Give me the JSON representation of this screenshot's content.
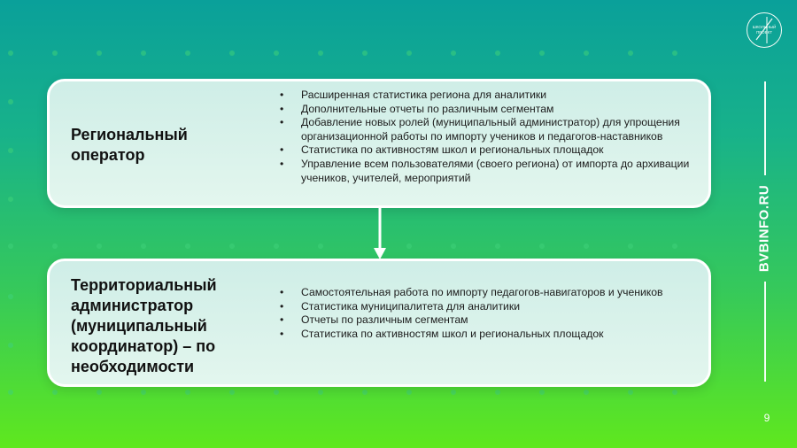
{
  "logo": {
    "icon": "circle-logo-icon",
    "lines": [
      "ШКОЛЬНЫЙ",
      "ПРОЕКТ"
    ]
  },
  "side_text": "BVBINFO.RU",
  "page_number": "9",
  "cards": [
    {
      "title": "Региональный оператор",
      "bullets": [
        "Расширенная статистика региона для аналитики",
        "Дополнительные отчеты по различным сегментам",
        "Добавление новых ролей (муниципальный администратор) для упрощения организационной работы по импорту учеников и педагогов-наставников",
        "Статистика по активностям школ и региональных площадок",
        "Управление всем пользователями (своего региона) от импорта до архивации учеников, учителей, мероприятий"
      ]
    },
    {
      "title": "Территориальный администратор (муниципальный координатор) – по необходимости",
      "bullets": [
        "Самостоятельная работа по импорту педагогов-навигаторов и учеников",
        "Статистика муниципалитета для аналитики",
        "Отчеты по различным сегментам",
        "Статистика по активностям школ и региональных площадок"
      ]
    }
  ],
  "colors": {
    "accent_top": "#0aa09a",
    "accent_bottom": "#5fe81e",
    "card_bg": "#d8f2ea"
  },
  "bullet_symbol": "•"
}
